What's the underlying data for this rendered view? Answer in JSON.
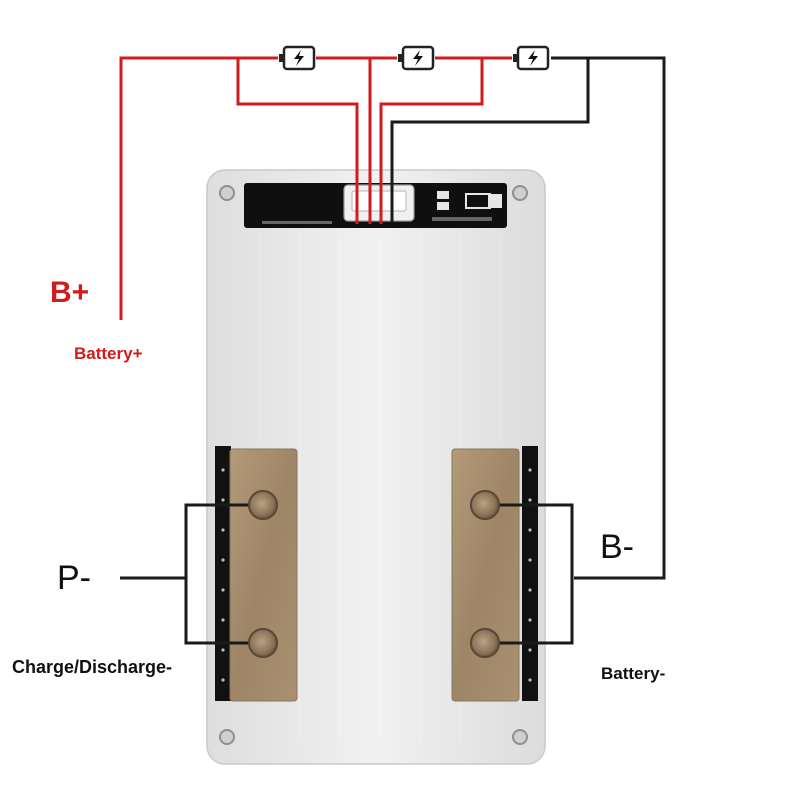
{
  "labels": {
    "b_plus": "B+",
    "b_plus_sub": "Battery+",
    "p_minus": "P-",
    "p_minus_sub": "Charge/Discharge-",
    "b_minus": "B-",
    "b_minus_sub": "Battery-"
  },
  "components": {
    "cells_in_series": 3,
    "cell_icon": "battery-charging-icon",
    "board": "bms-protection-board",
    "connector": "balance-connector",
    "pad_pairs": [
      "p-minus-pads",
      "b-minus-pads"
    ]
  },
  "colors": {
    "positive_wire": "#d01c1c",
    "negative_wire": "#1a1a1a",
    "board": "#e9e9e9",
    "pads": "#a68e6f",
    "pcb": "#101010"
  }
}
